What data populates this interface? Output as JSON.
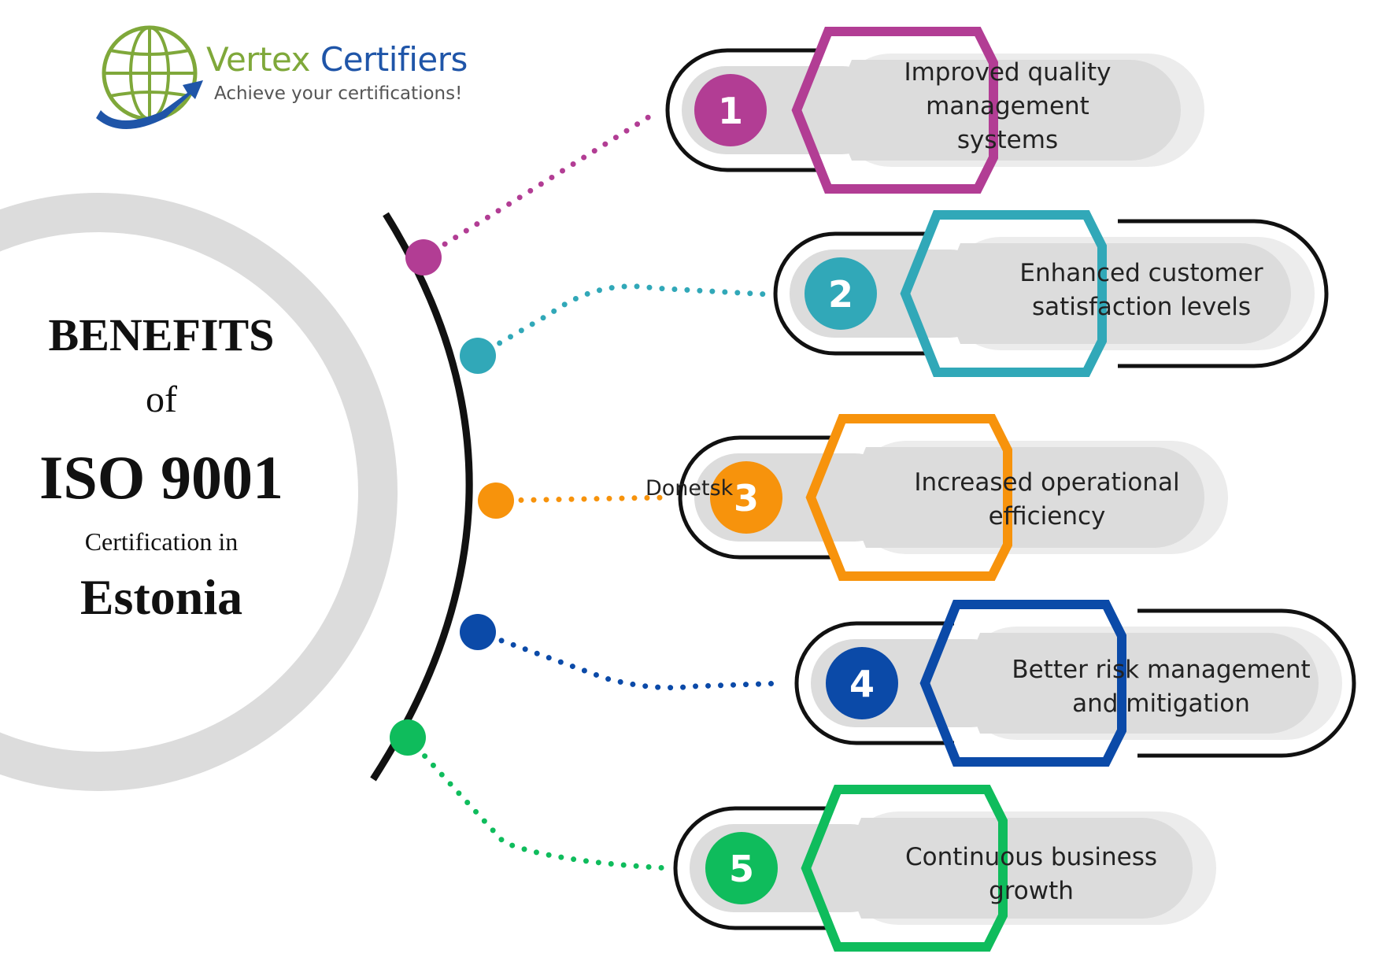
{
  "logo": {
    "word1": "Vertex",
    "word2": "Certifiers",
    "tagline": "Achieve your certifications!",
    "icon": "globe-arrow-icon",
    "colors": {
      "green": "#7fa83a",
      "blue": "#1f55a8"
    }
  },
  "title": {
    "line1": "BENEFITS",
    "line2": "of",
    "line3": "ISO 9001",
    "line4": "Certification in",
    "line5": "Estonia"
  },
  "map_label": "Donetsk",
  "benefits": [
    {
      "number": "1",
      "text": "Improved quality management systems",
      "color": "#b23d94"
    },
    {
      "number": "2",
      "text": "Enhanced customer satisfaction levels",
      "color": "#31a8b8"
    },
    {
      "number": "3",
      "text": "Increased operational efficiency",
      "color": "#f7930c"
    },
    {
      "number": "4",
      "text": "Better risk management and mitigation",
      "color": "#0b4aa8"
    },
    {
      "number": "5",
      "text": "Continuous  business growth",
      "color": "#0fbc5c"
    }
  ],
  "colors": {
    "arc": "#111111",
    "ring": "#dcdcdc",
    "pill": "#dcdcdc"
  }
}
